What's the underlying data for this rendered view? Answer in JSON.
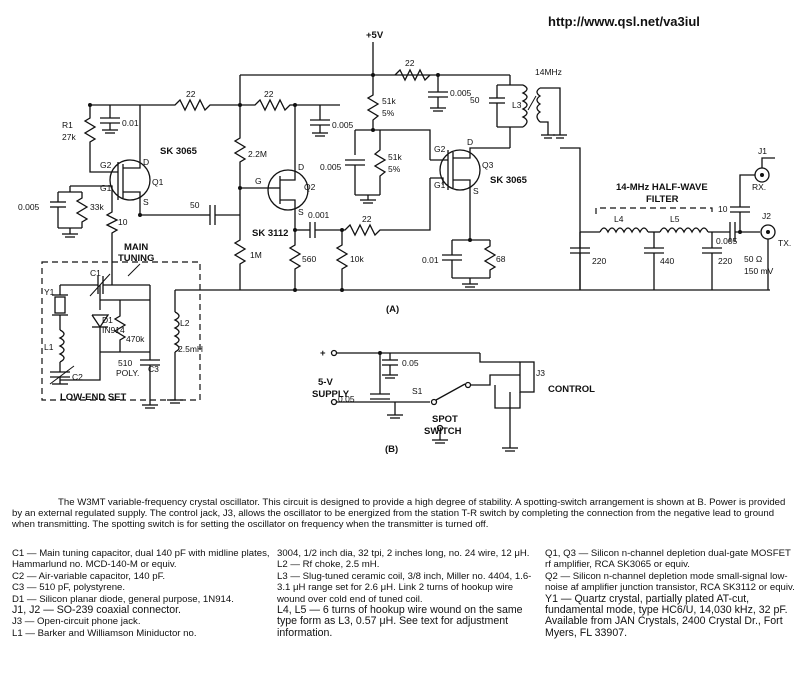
{
  "header": {
    "url": "http://www.qsl.net/va3iul"
  },
  "schematic_labels": {
    "supply": "+5V",
    "r_22_a": "22",
    "r_22_b": "22",
    "r_22_c": "22",
    "r_22_d": "22",
    "r1": "R1",
    "r1_val": "27k",
    "c_001_a": "0.01",
    "c_005_a": "0.005",
    "c_005_b": "0.005",
    "c_005_c": "0.005",
    "c_005_d": "0.005",
    "r_22m": "2.2M",
    "r_51k_a": "51k",
    "r_51k_a_tol": "5%",
    "r_51k_b": "51k",
    "r_51k_b_tol": "5%",
    "mhz": "14MHz",
    "c_50_a": "50",
    "l3": "L3",
    "q1": "Q1",
    "q1_part": "SK 3065",
    "g1": "G1",
    "g2": "G2",
    "g2b": "G2",
    "g1b": "G1",
    "d": "D",
    "s": "S",
    "g": "G",
    "d2": "D",
    "s2": "S",
    "d3": "D",
    "s3": "S",
    "q2": "Q2",
    "q2_part": "SK 3112",
    "q3": "Q3",
    "q3_part": "SK 3065",
    "r_33k": "33k",
    "c_50_b": "50",
    "r_10": "10",
    "c_0001": "0.001",
    "r_1m": "1M",
    "r_560": "560",
    "r_10k": "10k",
    "c_001_b": "0.01",
    "r_68": "68",
    "main_tuning_1": "MAIN",
    "main_tuning_2": "TUNING",
    "c1": "C1",
    "y1": "Y1",
    "d1": "D1",
    "d1_part": "IN914",
    "r_470k": "470k",
    "l1": "L1",
    "c2": "C2",
    "c_510_1": "510",
    "c_510_2": "POLY.",
    "c3": "C3",
    "l2": "L2",
    "l2_val": "2.5mH",
    "low_end": "LOW-END SET",
    "filter_1": "14-MHz  HALF-WAVE",
    "filter_2": "FILTER",
    "l4": "L4",
    "l5": "L5",
    "c_220_a": "220",
    "c_440": "440",
    "c_220_b": "220",
    "j1": "J1",
    "rx": "RX.",
    "c_10": "10",
    "j2": "J2",
    "c_0005": "0.005",
    "tx": "TX.",
    "ohm": "50 Ω",
    "mv": "150 mV",
    "part_a": "(A)",
    "plus": "+",
    "c_005_e": "0.05",
    "supply_1": "5-V",
    "supply_2": "SUPPLY",
    "c_005_f": "0.05",
    "s1": "S1",
    "j3": "J3",
    "control": "CONTROL",
    "spot_1": "SPOT",
    "spot_2": "SWITCH",
    "part_b": "(B)"
  },
  "caption": "The W3MT variable-frequency crystal oscillator. This circuit is designed to provide a high degree of stability. A spotting-switch arrangement is shown at B. Power is provided by an external regulated supply. The control jack, J3, allows the oscillator to be energized from the station T-R switch by completing the connection from the negative lead to ground when transmitting. The spotting switch is for setting the oscillator on frequency when the transmitter is turned off.",
  "parts_list": {
    "col1": [
      "C1 — Main tuning capacitor, dual 140 pF with midline plates, Hammarlund no. MCD-140-M or equiv.",
      "C2 — Air-variable capacitor, 140 pF.",
      "C3 — 510 pF, polystyrene.",
      "D1 — Silicon planar diode, general purpose, 1N914.",
      "J1, J2 — SO-239 coaxial connector.",
      "J3 — Open-circuit phone jack.",
      "L1 — Barker and Williamson Miniductor no."
    ],
    "col2": [
      "3004, 1/2 inch dia, 32 tpi, 2 inches long, no. 24 wire, 12 μH.",
      "L2 — Rf choke, 2.5 mH.",
      "L3 — Slug-tuned ceramic coil, 3/8 inch, Miller no. 4404, 1.6-3.1 μH range set for 2.6 μH. Link 2 turns of hookup wire wound over cold end of tuned coil.",
      "L4, L5 — 6 turns of hookup wire wound on the same type form as L3, 0.57 μH. See text for adjustment information."
    ],
    "col3": [
      "Q1, Q3 — Silicon n-channel depletion dual-gate MOSFET rf amplifier, RCA SK3065 or equiv.",
      "Q2 — Silicon n-channel depletion mode small-signal low-noise af amplifier junction transistor, RCA SK3112 or equiv.",
      "Y1 — Quartz crystal, partially plated AT-cut, fundamental mode, type HC6/U, 14,030 kHz, 32 pF. Available from JAN Crystals, 2400 Crystal Dr., Fort Myers, FL 33907."
    ]
  }
}
